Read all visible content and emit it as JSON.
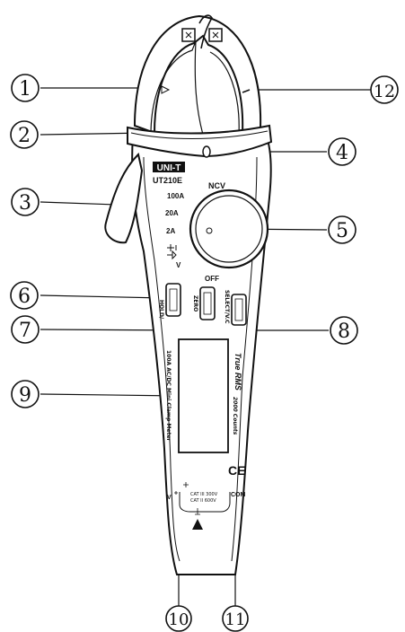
{
  "device": {
    "brand": "UNI-T",
    "model": "UT210E",
    "ncv": "NCV",
    "range_100a": "100A",
    "range_20a": "20A",
    "range_2a": "2A",
    "range_v": "V",
    "off": "OFF",
    "hold_key": "HOLD/",
    "zero_key": "ZERO",
    "select_key": "SELECT/V.C",
    "true_rms": "True RMS",
    "counts": "2000 Counts",
    "side_text_1": "100A AC/DC Mini Clamp Meter",
    "cat_line_1": "CAT III 300V",
    "cat_line_2": "CAT II 600V",
    "com": "COM",
    "ce_mark": "CE"
  },
  "callouts": [
    "1",
    "2",
    "3",
    "4",
    "5",
    "6",
    "7",
    "8",
    "9",
    "10",
    "11",
    "12"
  ]
}
